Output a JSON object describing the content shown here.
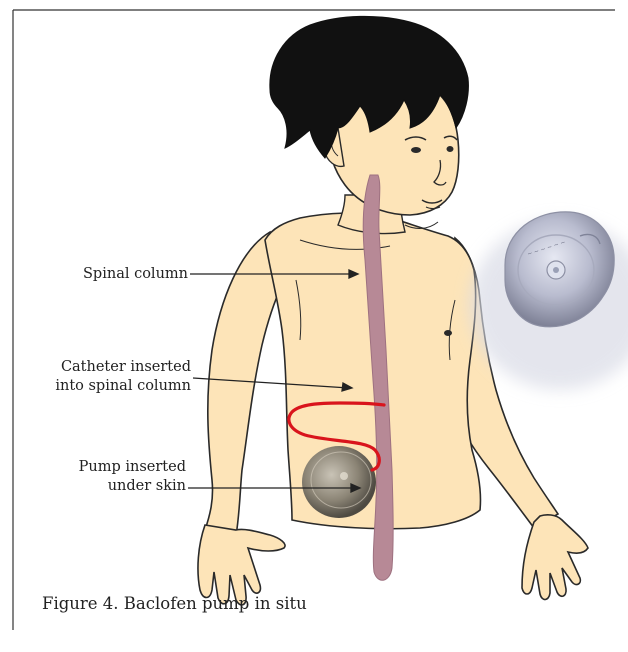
{
  "labels": {
    "spinal_column": "Spinal column",
    "catheter_line1": "Catheter inserted",
    "catheter_line2": "into spinal column",
    "pump_line1": "Pump inserted",
    "pump_line2": "under skin"
  },
  "caption": "Figure 4. Baclofen pump in situ",
  "colors": {
    "skin": "#fde4b8",
    "outline": "#2a2a2a",
    "hair": "#111111",
    "spine": "#b78996",
    "catheter": "#d9141c",
    "pump": "#c5c7d8",
    "frame": "#333333"
  }
}
